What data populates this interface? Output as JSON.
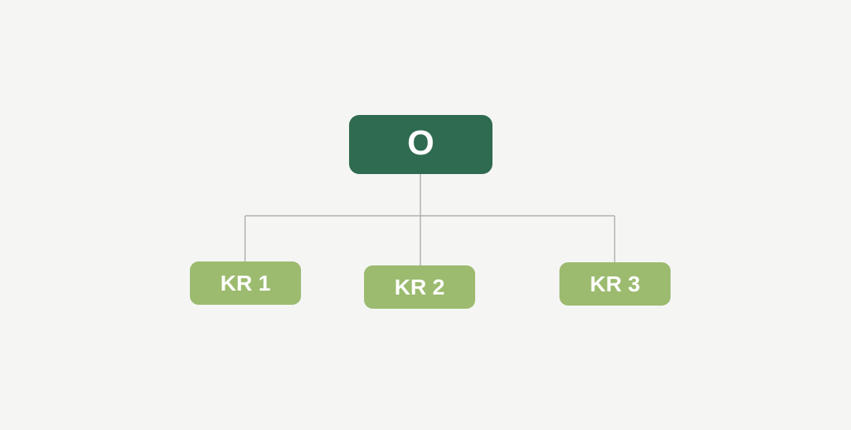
{
  "diagram": {
    "type": "okr-tree",
    "objective": {
      "label": "O"
    },
    "key_results": [
      {
        "label": "KR 1"
      },
      {
        "label": "KR 2"
      },
      {
        "label": "KR 3"
      }
    ],
    "colors": {
      "background": "#f5f5f4",
      "objective_fill": "#2f6b50",
      "key_result_fill": "#9cbb6f",
      "label_text": "#ffffff",
      "connector": "#b0b0b0"
    }
  }
}
